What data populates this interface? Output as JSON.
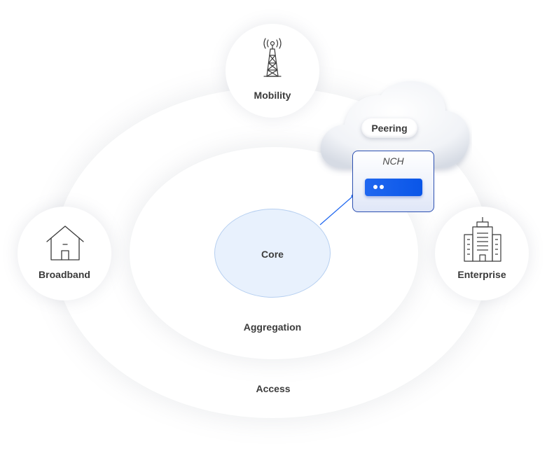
{
  "rings": {
    "core": "Core",
    "aggregation": "Aggregation",
    "access": "Access"
  },
  "nodes": {
    "mobility": {
      "label": "Mobility",
      "icon": "cell-tower-icon"
    },
    "broadband": {
      "label": "Broadband",
      "icon": "house-icon"
    },
    "enterprise": {
      "label": "Enterprise",
      "icon": "office-building-icon"
    }
  },
  "cloud": {
    "peering": "Peering",
    "nch": "NCH",
    "device_icon": "server-icon"
  },
  "colors": {
    "core_fill": "#e8f1fd",
    "link": "#1f67f0",
    "device": "#1f67f0",
    "card_border": "#2b4fb0"
  }
}
